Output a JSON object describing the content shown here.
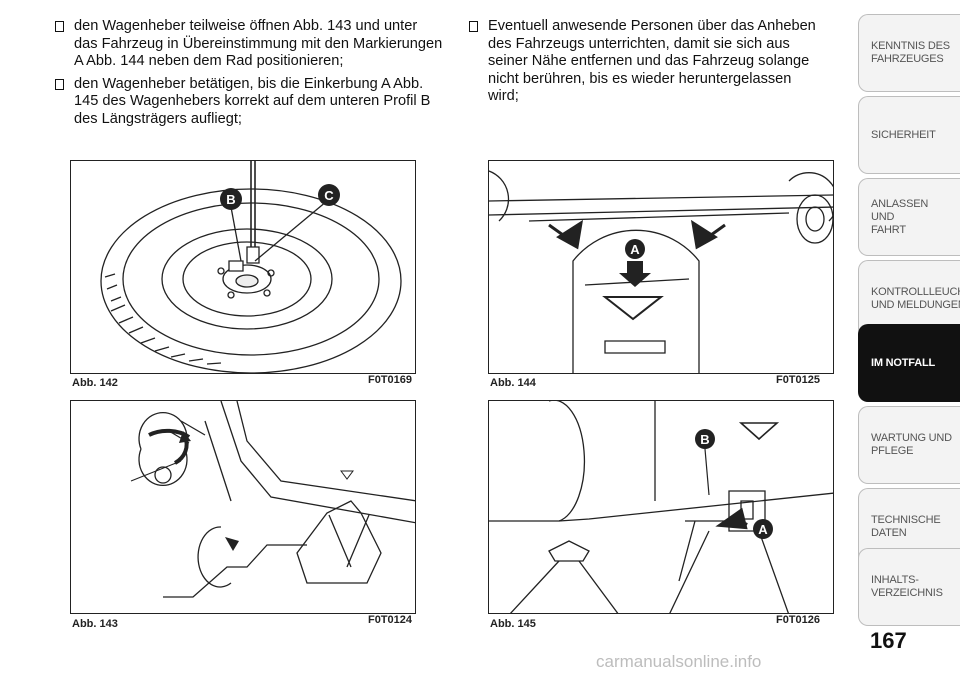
{
  "left_bullets": [
    "den Wagenheber teilweise öffnen Abb. 143 und unter das Fahrzeug in Übereinstimmung mit den Markierungen A Abb. 144 neben dem Rad positionieren;",
    "den Wagenheber betätigen, bis die Einkerbung A Abb. 145 des Wagenhebers korrekt auf dem unteren Profil B des Längsträgers aufliegt;"
  ],
  "right_bullets": [
    "Eventuell anwesende Personen über das Anheben des Fahrzeugs unterrichten, damit sie sich aus seiner Nähe entfernen und das Fahrzeug solange nicht berühren, bis es wieder heruntergelassen wird;"
  ],
  "figures": {
    "f142": {
      "caption": "Abb. 142",
      "code": "F0T0169",
      "label_b": "B",
      "label_c": "C"
    },
    "f143": {
      "caption": "Abb. 143",
      "code": "F0T0124"
    },
    "f144": {
      "caption": "Abb. 144",
      "code": "F0T0125",
      "label_a": "A"
    },
    "f145": {
      "caption": "Abb. 145",
      "code": "F0T0126",
      "label_a": "A",
      "label_b": "B"
    }
  },
  "tabs": [
    {
      "label": "KENNTNIS DES\nFAHRZEUGES",
      "active": false
    },
    {
      "label": "SICHERHEIT",
      "active": false
    },
    {
      "label": "ANLASSEN UND\nFAHRT",
      "active": false
    },
    {
      "label": "KONTROLLLEUCHTEN\nUND MELDUNGEN",
      "active": false
    },
    {
      "label": "IM NOTFALL",
      "active": true
    },
    {
      "label": "WARTUNG UND\nPFLEGE",
      "active": false
    },
    {
      "label": "TECHNISCHE DATEN",
      "active": false
    },
    {
      "label": "INHALTS-\nVERZEICHNIS",
      "active": false
    }
  ],
  "page_number": "167",
  "watermark": "carmanualsonline.info"
}
